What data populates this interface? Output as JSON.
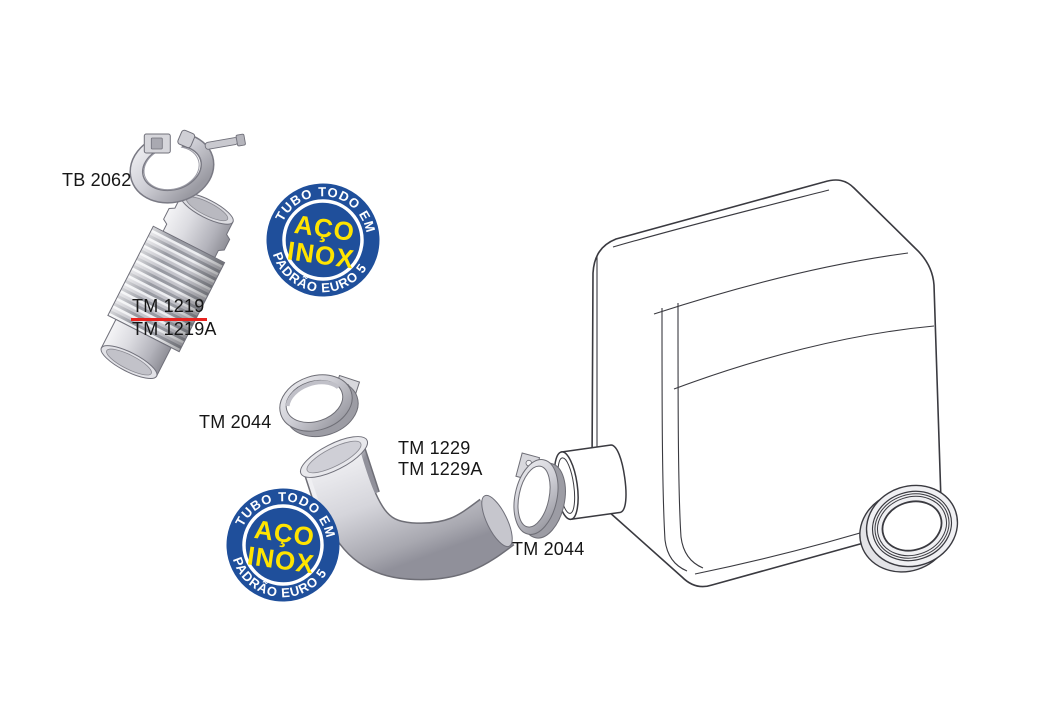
{
  "part_labels": {
    "tb2062": "TB 2062",
    "tm1219": "TM 1219",
    "tm1219a": "TM 1219A",
    "tm2044_left": "TM 2044",
    "tm1229": "TM 1229",
    "tm1229a": "TM 1229A",
    "tm2044_right": "TM 2044"
  },
  "badge": {
    "top_text": "TUBO TODO EM",
    "center_line1": "AÇO",
    "center_line2": "INOX",
    "bottom_text": "PADRÃO EURO 5",
    "colors": {
      "blue": "#1f4f9b",
      "yellow": "#ffe400",
      "ring": "#ffffff",
      "arc_text": "#ffffff"
    }
  },
  "highlight": {
    "underlined_label": "TM 1219",
    "underline_color": "#e8231f"
  },
  "illustration": {
    "line_color": "#3a3a40",
    "metal_light": "#f2f2f4",
    "metal_mid": "#c8c8cf",
    "metal_dark": "#8f8f97",
    "label_color": "#161616"
  }
}
